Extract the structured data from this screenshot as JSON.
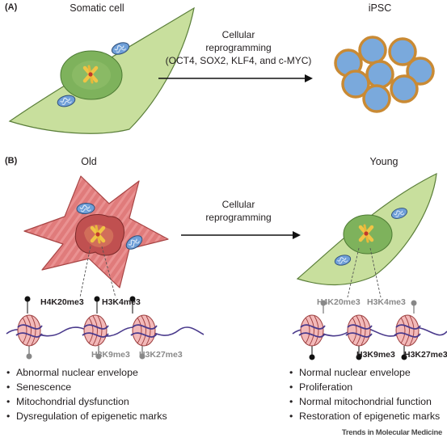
{
  "panel_a": {
    "tag": "(A)",
    "left_label": "Somatic cell",
    "right_label": "iPSC",
    "arrow_lines": [
      "Cellular",
      "reprogramming",
      "(OCT4, SOX2, KLF4, and c-MYC)"
    ]
  },
  "panel_b": {
    "tag": "(B)",
    "left_label": "Old",
    "right_label": "Young",
    "arrow_lines": [
      "Cellular",
      "reprogramming"
    ],
    "old_marks": {
      "top": [
        "H4K20me3",
        "H3K4me3"
      ],
      "bottom": [
        "H3K9me3",
        "H3K27me3"
      ]
    },
    "young_marks": {
      "top": [
        "H4K20me3",
        "H3K4me3"
      ],
      "bottom": [
        "H3K9me3",
        "H3K27me3"
      ]
    },
    "old_features": [
      "Abnormal nuclear envelope",
      "Senescence",
      "Mitochondrial dysfunction",
      "Dysregulation of epigenetic marks"
    ],
    "young_features": [
      "Normal nuclear envelope",
      "Proliferation",
      "Normal mitochondrial function",
      "Restoration of epigenetic marks"
    ]
  },
  "colors": {
    "green_cell": "#c8df9d",
    "nucleus_green": "#7eb25c",
    "old_cell": "#e27a7a",
    "old_nucleus": "#a63b3b",
    "chromosome": "#f0c445",
    "ipsc_fill": "#7aa9dc",
    "ipsc_rim": "#c98a34",
    "nucleosome": "#f3b8b8"
  },
  "credit": "Trends in Molecular Medicine"
}
